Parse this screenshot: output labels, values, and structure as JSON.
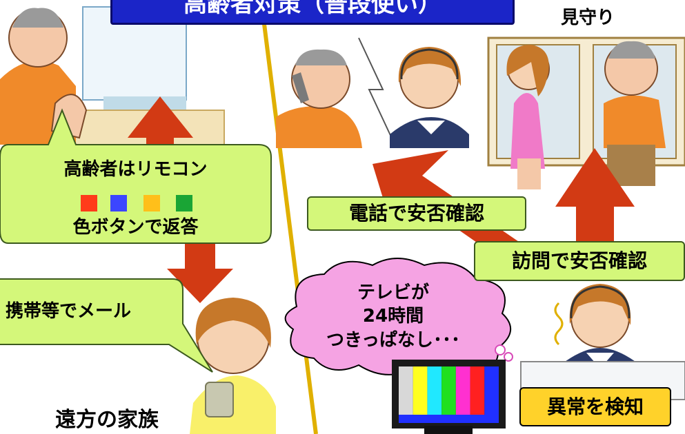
{
  "title": "高齢者対策（普段使い）",
  "labels": {
    "watch": "見守り",
    "family": "遠方の家族"
  },
  "remote_bubble": {
    "line1": "高齢者はリモコン",
    "line2": "色ボタンで返答",
    "swatches": [
      "#ff3b1a",
      "#3c46ff",
      "#ffbf1a",
      "#1aa535"
    ]
  },
  "mail_bubble": "携帯等でメール",
  "tv_thought": {
    "line1": "テレビが",
    "line2": "24時間",
    "line3": "つきっぱなし･･･"
  },
  "actions": {
    "phone_check": "電話で安否確認",
    "visit_check": "訪問で安否確認",
    "detect_anomaly": "異常を検知"
  },
  "colors": {
    "arrow": "#d23a14",
    "divider": "#e0b000",
    "green_box": "#d4f77a",
    "pink_cloud": "#f5a3e3",
    "title_bg": "#1b25c8",
    "alert_box": "#ffd22a"
  },
  "tv_bars": [
    "#d8d8d8",
    "#ffff20",
    "#20e8ff",
    "#20e020",
    "#ff30d0",
    "#ff2020",
    "#2030ff"
  ]
}
